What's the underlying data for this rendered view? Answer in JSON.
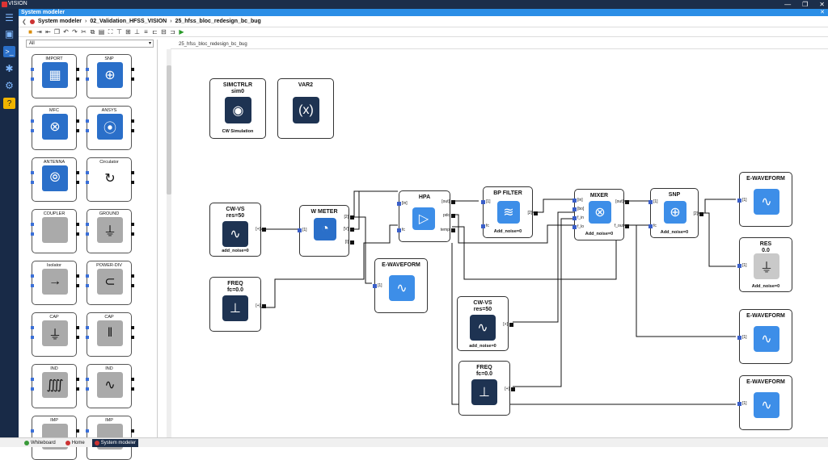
{
  "window": {
    "title": "VISION",
    "minimize": "—",
    "restore": "❐",
    "close": "✕"
  },
  "panel": {
    "title": "System modeler",
    "close": "✕"
  },
  "breadcrumb": {
    "items": [
      "System modeler",
      "02_Validation_HFSS_VISION",
      "25_hfss_bloc_redesign_bc_bug"
    ]
  },
  "palette": {
    "filter": "All",
    "items": [
      {
        "label": "IMPORT",
        "icon": "▦",
        "style": "blue"
      },
      {
        "label": "SNP",
        "icon": "⊕",
        "style": "blue"
      },
      {
        "label": "MFC",
        "icon": "⊗",
        "style": "blue"
      },
      {
        "label": "ANSYS",
        "icon": "⦿",
        "style": "blue"
      },
      {
        "label": "ANTENNA",
        "icon": "⦾",
        "style": "blue"
      },
      {
        "label": "Circulator",
        "icon": "↻",
        "style": "white"
      },
      {
        "label": "COUPLER",
        "icon": "",
        "style": "gray"
      },
      {
        "label": "GROUND",
        "icon": "⏚",
        "style": "gray"
      },
      {
        "label": "Isolator",
        "icon": "→",
        "style": "gray"
      },
      {
        "label": "POWER-DIV",
        "icon": "⊂",
        "style": "gray"
      },
      {
        "label": "CAP",
        "icon": "⏚",
        "style": "gray"
      },
      {
        "label": "CAP",
        "icon": "‖",
        "style": "gray"
      },
      {
        "label": "IND",
        "icon": "⨌",
        "style": "gray"
      },
      {
        "label": "IND",
        "icon": "∿",
        "style": "gray"
      },
      {
        "label": "IMP",
        "icon": "",
        "style": "gray"
      },
      {
        "label": "IMP",
        "icon": "",
        "style": "gray"
      }
    ]
  },
  "canvas_tab": "25_hfss_bloc_redesign_bc_bug",
  "blocks": {
    "simctrlr": {
      "title": "SIMCTRLR",
      "sub": "sim0",
      "foot": "CW Simulation",
      "icon": "steering-wheel-icon"
    },
    "var2": {
      "title": "VAR2",
      "icon": "variable-icon",
      "glyph": "(x)"
    },
    "cwvs1": {
      "title": "CW-VS",
      "sub": "res=50",
      "foot": "add_noise=0",
      "port": "[+]"
    },
    "wmeter": {
      "title": "W METER",
      "ports": [
        "[1]",
        "[2]",
        "[V]",
        "[I]"
      ]
    },
    "hpa": {
      "title": "HPA",
      "ports": [
        "[in]",
        "fc",
        "[out]",
        "pdc",
        "temp"
      ]
    },
    "bpfilter": {
      "title": "BP FILTER",
      "foot": "Add_noise=0",
      "ports": [
        "[1]",
        "fc",
        "[2]"
      ]
    },
    "mixer": {
      "title": "MIXER",
      "foot": "Add_noise=0",
      "ports": [
        "[in]",
        "[bo]",
        "f_in",
        "f_lo",
        "[out]",
        "f_out"
      ]
    },
    "snp": {
      "title": "SNP",
      "foot": "Add_noise=0",
      "ports": [
        "[1]",
        "fc",
        "[2]"
      ]
    },
    "ewave1": {
      "title": "E-WAVEFORM",
      "port": "[1]"
    },
    "res": {
      "title": "RES",
      "sub": "0.0",
      "foot": "Add_noise=0",
      "port": "[1]"
    },
    "ewave2": {
      "title": "E-WAVEFORM",
      "port": "[1]"
    },
    "ewave3": {
      "title": "E-WAVEFORM",
      "port": "[1]"
    },
    "ewave4": {
      "title": "E-WAVEFORM",
      "port": "[1]"
    },
    "freq1": {
      "title": "FREQ",
      "sub": "fc=0.0",
      "port": "[+]"
    },
    "cwvs2": {
      "title": "CW-VS",
      "sub": "res=50",
      "foot": "add_noise=0",
      "port": "[+]"
    },
    "freq2": {
      "title": "FREQ",
      "sub": "fc=0.0",
      "port": "[+]"
    }
  },
  "taskbar": {
    "items": [
      "Whiteboard",
      "Home",
      "System modeler"
    ]
  }
}
